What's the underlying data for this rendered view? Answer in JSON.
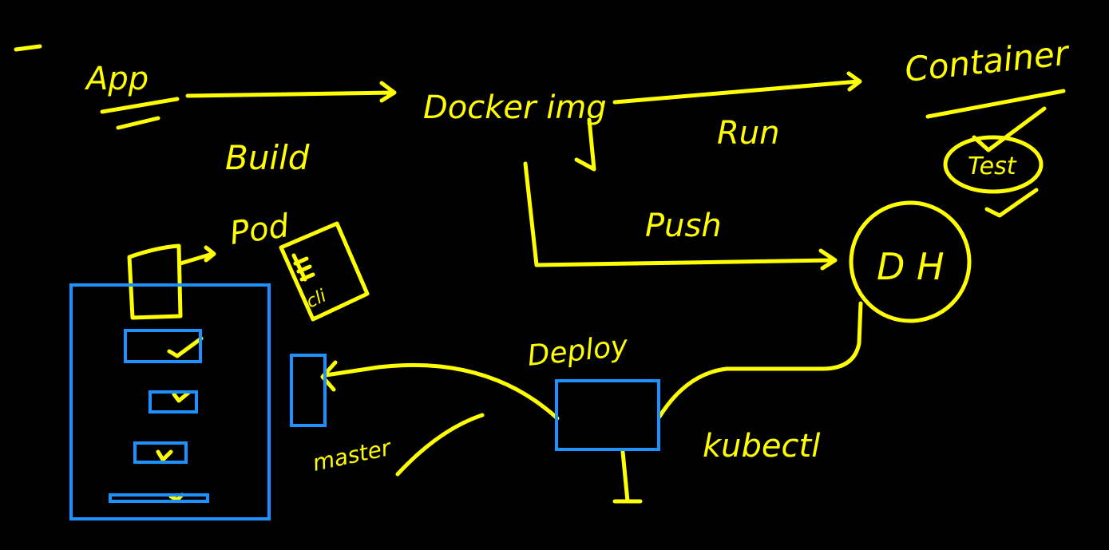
{
  "colors": {
    "background": "#000000",
    "ink_yellow": "#ffff00",
    "ink_blue": "#1e90ff"
  },
  "labels": {
    "app": "App",
    "build": "Build",
    "docker_img": "Docker img",
    "run": "Run",
    "container": "Container",
    "test": "Test",
    "push": "Push",
    "dh": "D H",
    "pod": "Pod",
    "cli": "cli",
    "deploy": "Deploy",
    "kubectl": "kubectl",
    "master": "master"
  }
}
